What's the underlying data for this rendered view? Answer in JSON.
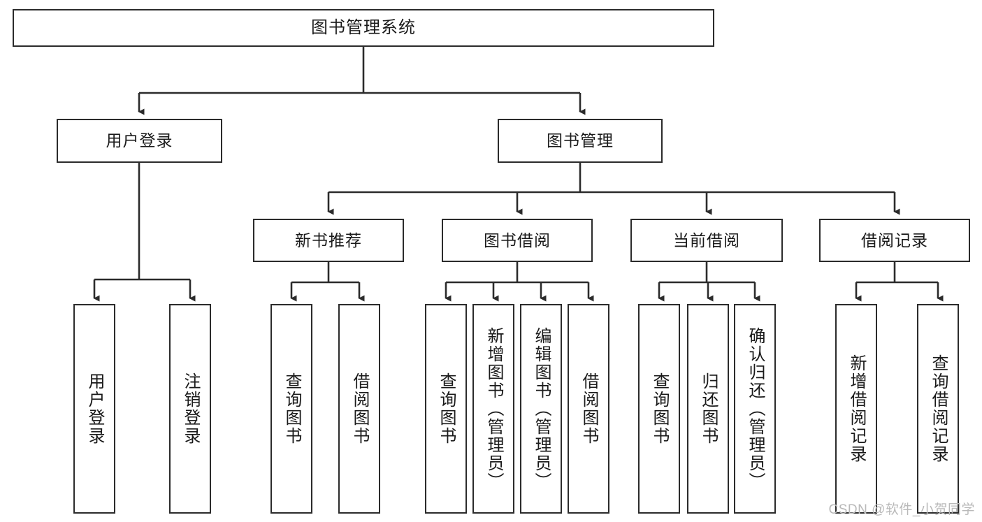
{
  "diagram": {
    "title": "图书管理系统",
    "watermark": "CSDN @软件_小贺同学",
    "colors": {
      "stroke": "#2b2b2b",
      "fill": "#ffffff",
      "text": "#1a1a1a",
      "watermark": "#b9b9b9"
    },
    "nodes": {
      "root": "图书管理系统",
      "level2": {
        "user_login": "用户登录",
        "book_manage": "图书管理"
      },
      "level3": {
        "new_book_recommend": "新书推荐",
        "book_borrow": "图书借阅",
        "current_borrow": "当前借阅",
        "borrow_record": "借阅记录"
      },
      "leaves": {
        "user_login": [
          "用户登录",
          "注销登录"
        ],
        "new_book_recommend": [
          "查询图书",
          "借阅图书"
        ],
        "book_borrow": [
          "查询图书",
          "新增图书（管理员）",
          "编辑图书（管理员）",
          "借阅图书"
        ],
        "current_borrow": [
          "查询图书",
          "归还图书",
          "确认归还（管理员）"
        ],
        "borrow_record": [
          "新增借阅记录",
          "查询借阅记录"
        ]
      }
    }
  }
}
